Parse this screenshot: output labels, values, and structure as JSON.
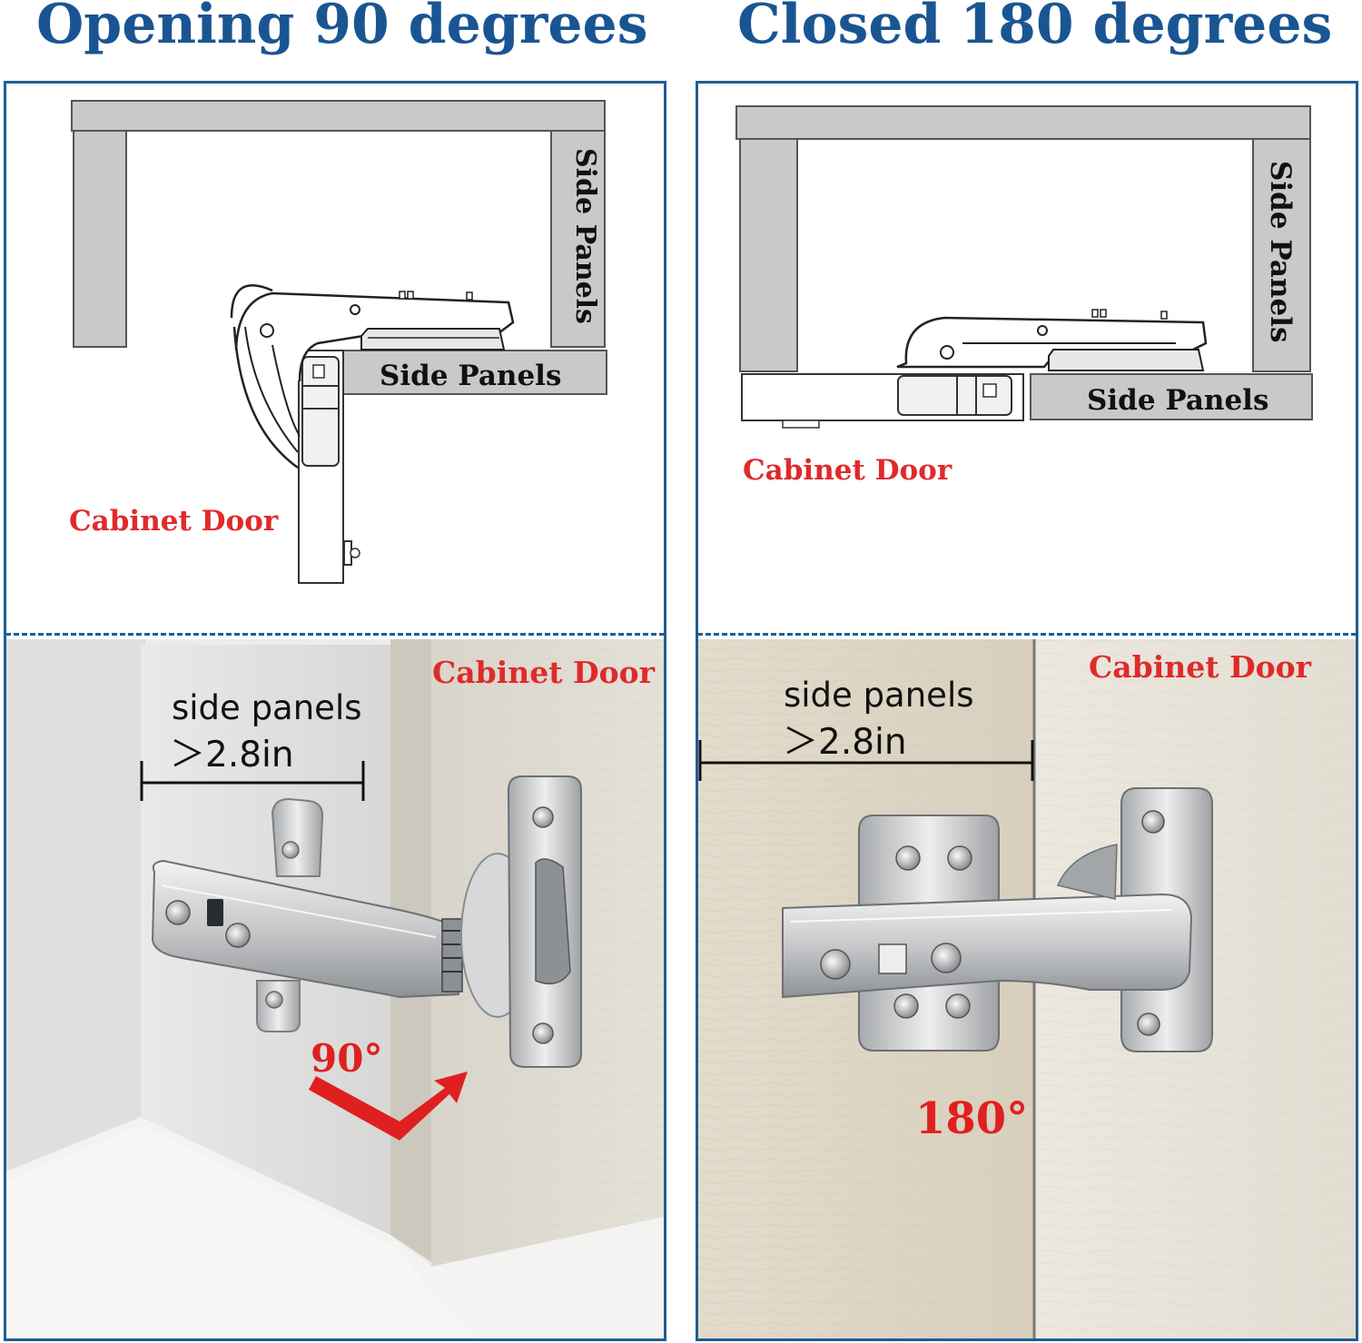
{
  "colors": {
    "title_blue": "#1a5593",
    "frame_blue": "#1f5e92",
    "label_red": "#e02a2a",
    "panel_gray": "#c8c8c8"
  },
  "left": {
    "title": "Opening 90 degrees",
    "diagram": {
      "side_label_vertical": "Side Panels",
      "side_label_horizontal": "Side Panels",
      "door_label": "Cabinet Door"
    },
    "photo": {
      "door_label": "Cabinet Door",
      "measure_label": "side panels",
      "measure_value": "＞2.8in",
      "angle": "90°"
    }
  },
  "right": {
    "title": "Closed 180 degrees",
    "diagram": {
      "side_label_vertical": "Side Panels",
      "side_label_horizontal": "Side Panels",
      "door_label": "Cabinet Door"
    },
    "photo": {
      "door_label": "Cabinet Door",
      "measure_label": "side panels",
      "measure_value": "＞2.8in",
      "angle": "180°"
    }
  }
}
